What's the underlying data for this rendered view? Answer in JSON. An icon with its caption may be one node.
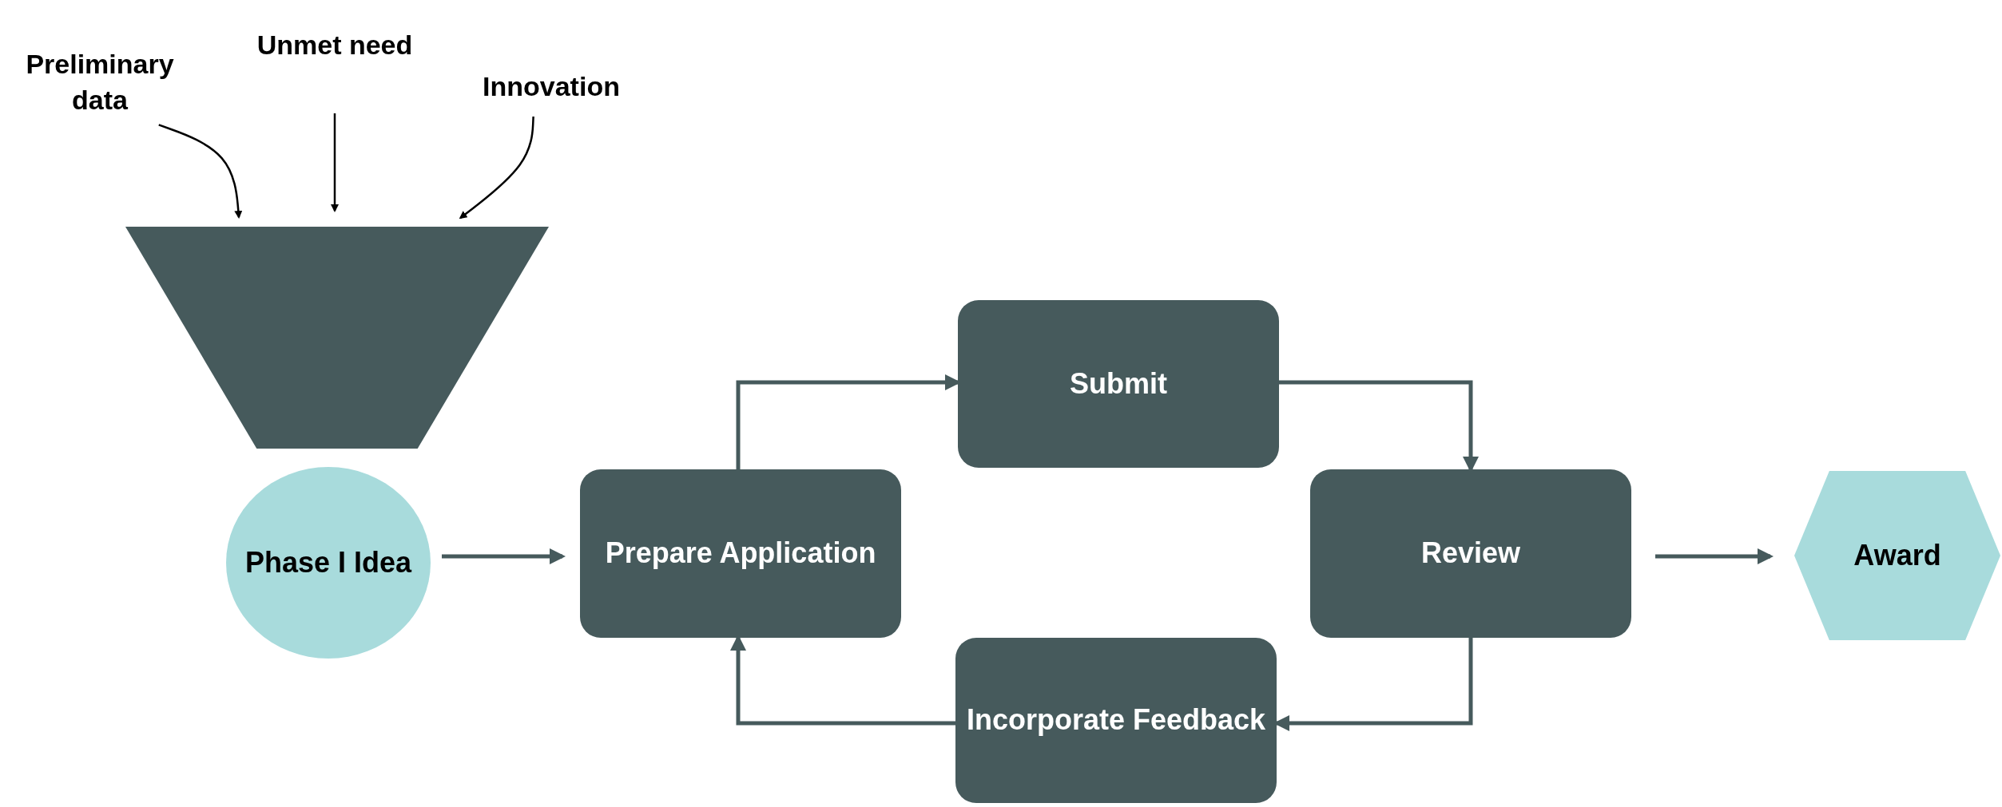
{
  "diagram": {
    "nodes": [
      {
        "text": [
          "Preliminary data"
        ]
      },
      {
        "text": [
          "Unmet need"
        ]
      },
      {
        "text": [
          "Innovation"
        ]
      },
      {
        "text": [],
        "shape": "funnel"
      },
      {
        "text": [
          "Phase I Idea"
        ]
      },
      {
        "text": [
          "Prepare Application"
        ]
      },
      {
        "text": [
          "Submit"
        ]
      },
      {
        "text": [
          "Review"
        ]
      },
      {
        "text": [
          "Award"
        ]
      },
      {
        "text": [
          "Incorporate Feedback"
        ]
      }
    ],
    "edges": [
      {
        "from": 0,
        "to": 3,
        "arrow": "to",
        "color": "#000000"
      },
      {
        "from": 1,
        "to": 3,
        "arrow": "to",
        "color": "#000000"
      },
      {
        "from": 2,
        "to": 3,
        "arrow": "to",
        "color": "#000000"
      },
      {
        "from": 4,
        "to": 5,
        "arrow": "to"
      },
      {
        "from": 5,
        "to": 6,
        "arrow": "to"
      },
      {
        "from": 6,
        "to": 7,
        "arrow": "to"
      },
      {
        "from": 7,
        "to": 8,
        "arrow": "to"
      },
      {
        "from": 7,
        "to": 9,
        "arrow": "to"
      },
      {
        "from": 9,
        "to": 5,
        "arrow": "to"
      }
    ]
  }
}
